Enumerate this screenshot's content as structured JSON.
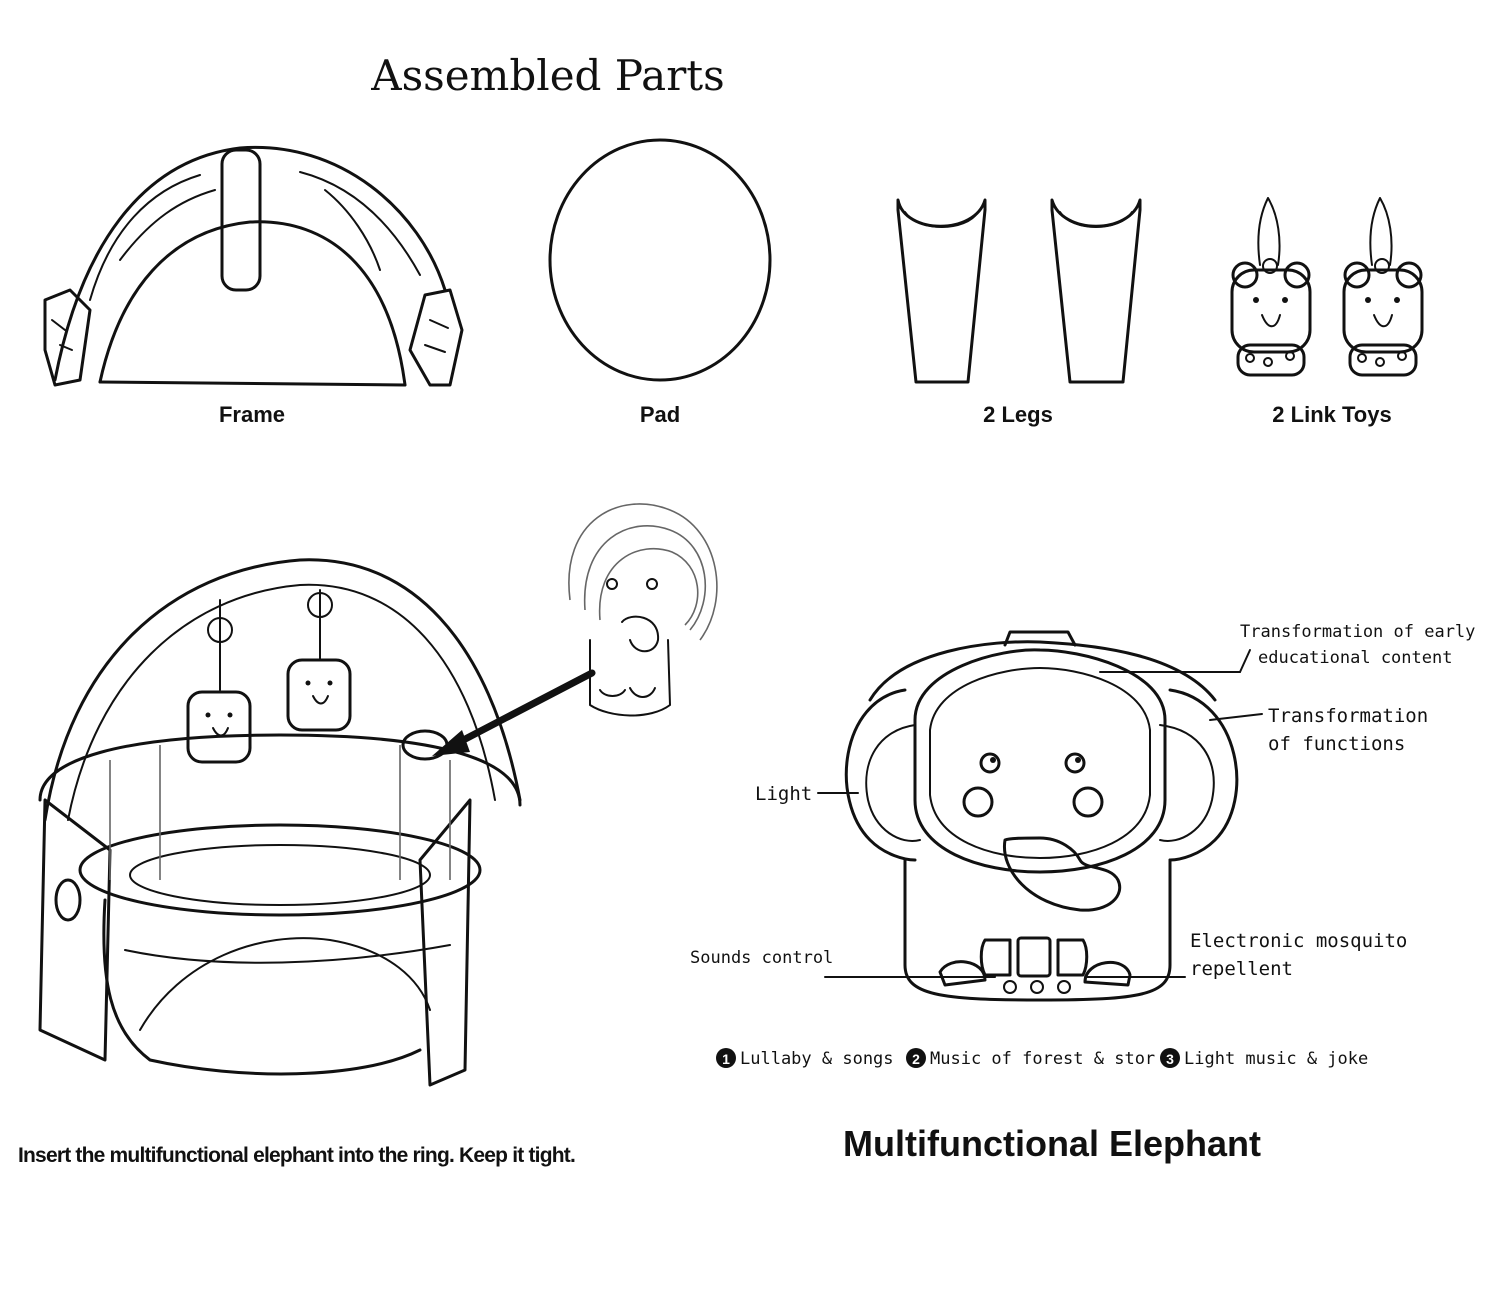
{
  "title": "Assembled Parts",
  "parts": [
    {
      "label": "Frame"
    },
    {
      "label": "Pad"
    },
    {
      "label": "2 Legs"
    },
    {
      "label": "2 Link Toys"
    }
  ],
  "instruction": "Insert the multifunctional elephant into the ring. Keep it tight.",
  "elephant": {
    "heading": "Multifunctional Elephant",
    "callouts": {
      "early_line1": "Transformation of early",
      "early_line2": "educational content",
      "functions_line1": "Transformation",
      "functions_line2": "of functions",
      "light": "Light",
      "sounds": "Sounds control",
      "mosquito_line1": "Electronic mosquito",
      "mosquito_line2": "repellent"
    },
    "modes": [
      {
        "num": "1",
        "text": "Lullaby & songs"
      },
      {
        "num": "2",
        "text": "Music of forest & stor"
      },
      {
        "num": "3",
        "text": "Light music & joke"
      }
    ]
  }
}
